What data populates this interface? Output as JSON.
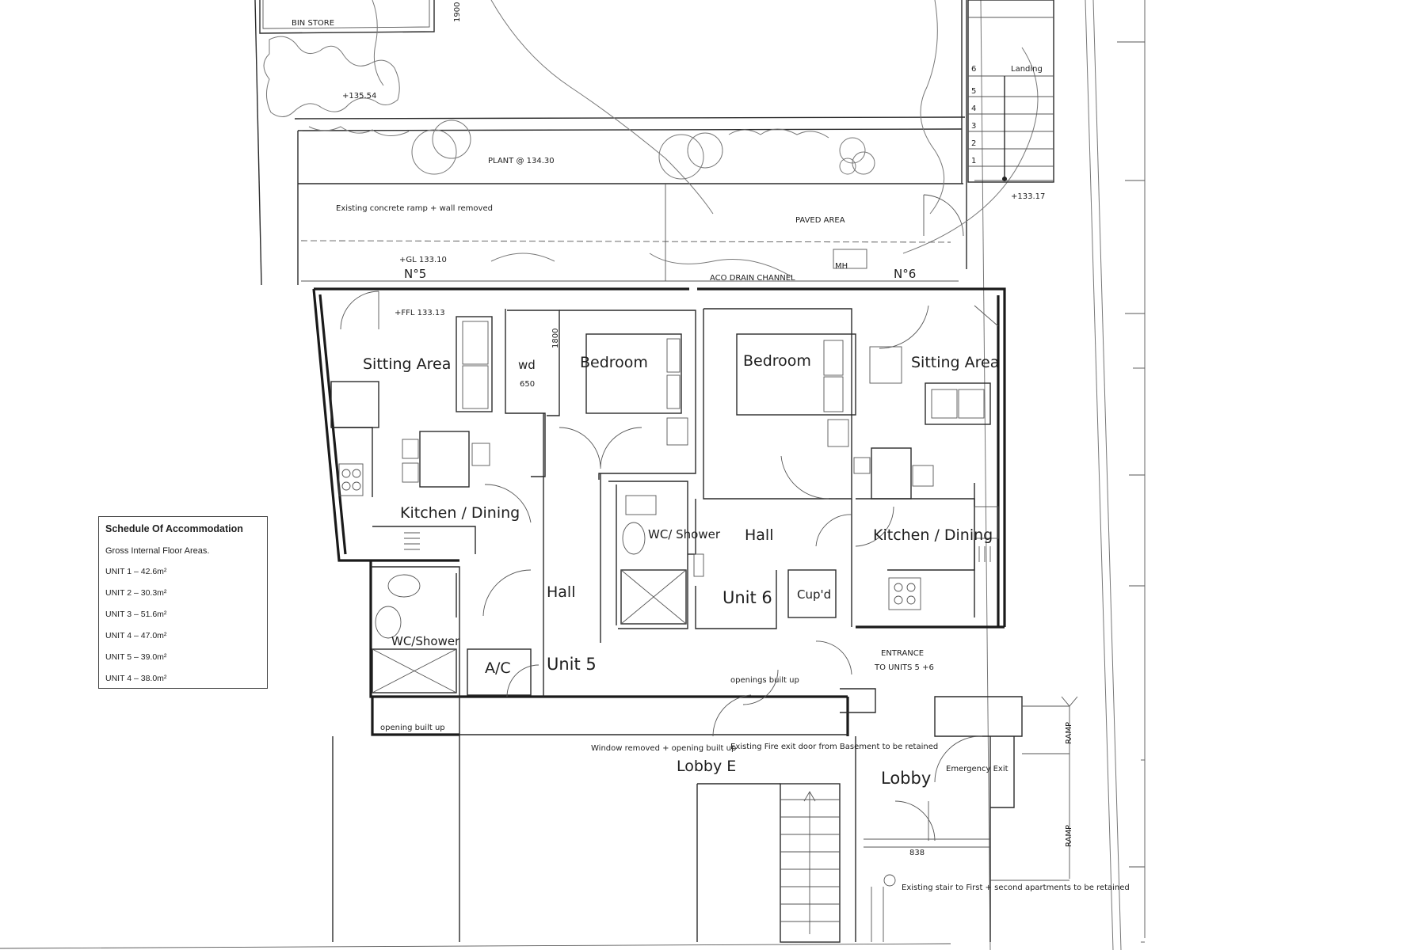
{
  "schedule": {
    "title": "Schedule Of Accommodation",
    "subtitle": "Gross Internal Floor Areas.",
    "units": [
      "UNIT 1 – 42.6m²",
      "UNIT 2 – 30.3m²",
      "UNIT 3 – 51.6m²",
      "UNIT 4 – 47.0m²",
      "UNIT 5 – 39.0m²",
      "UNIT 4 – 38.0m²"
    ]
  },
  "site_labels": {
    "bin_store": "BIN STORE",
    "dim_1900": "1900",
    "level_13554": "+135.54",
    "landing": "Landing",
    "plant": "PLANT @ 134.30",
    "level_13317": "+133.17",
    "existing_ramp": "Existing concrete ramp + wall removed",
    "paved_area": "PAVED AREA",
    "ffl_level": "+GL 133.10",
    "no5": "N°5",
    "mh": "MH",
    "aco_drain": "ACO DRAIN CHANNEL",
    "no6": "N°6",
    "ffl": "+FFL 133.13"
  },
  "rooms": {
    "sitting_area_5": "Sitting Area",
    "wd": "wd",
    "dim_650": "650",
    "dim_1800": "1800",
    "bedroom_5": "Bedroom",
    "bedroom_6": "Bedroom",
    "sitting_area_6": "Sitting Area",
    "kitchen_dining_5": "Kitchen / Dining",
    "kitchen_dining_6": "Kitchen / Dining",
    "wc_shower_6": "WC/ Shower",
    "hall_6": "Hall",
    "hall_5": "Hall",
    "unit_6": "Unit 6",
    "cupd": "Cup'd",
    "wc_shower_5": "WC/Shower",
    "ac": "A/C",
    "unit_5": "Unit 5",
    "entrance_1": "ENTRANCE",
    "entrance_2": "TO UNITS 5 +6",
    "openings_built_up": "openings built up",
    "opening_built_up": "opening built up",
    "window_removed": "Window removed + opening built up",
    "existing_fire_exit": "Existing Fire exit door from Basement to be retained",
    "lobby_e": "Lobby E",
    "lobby": "Lobby",
    "emergency_exit": "Emergency Exit",
    "ramp_1": "RAMP",
    "ramp_2": "RAMP",
    "dim_838": "838",
    "existing_stair": "Existing stair to First + second apartments to be retained"
  },
  "stair_numbers": [
    "6",
    "5",
    "4",
    "3",
    "2",
    "1"
  ]
}
